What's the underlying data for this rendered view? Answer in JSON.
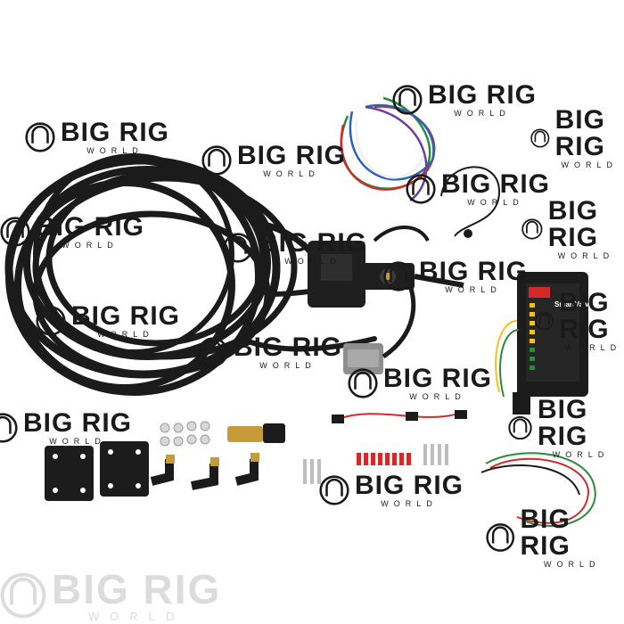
{
  "watermark": {
    "brand": "BIG RIG",
    "subtitle": "WORLD"
  },
  "module": {
    "brand": "SmartValve"
  },
  "colors": {
    "background": "#ffffff",
    "cable": "#1b1b1b",
    "watermark_dark": "#1a1a1a",
    "watermark_light": "#dcdcdc",
    "accent_red": "#d22a2a",
    "module_accent": "#f4c21a"
  }
}
